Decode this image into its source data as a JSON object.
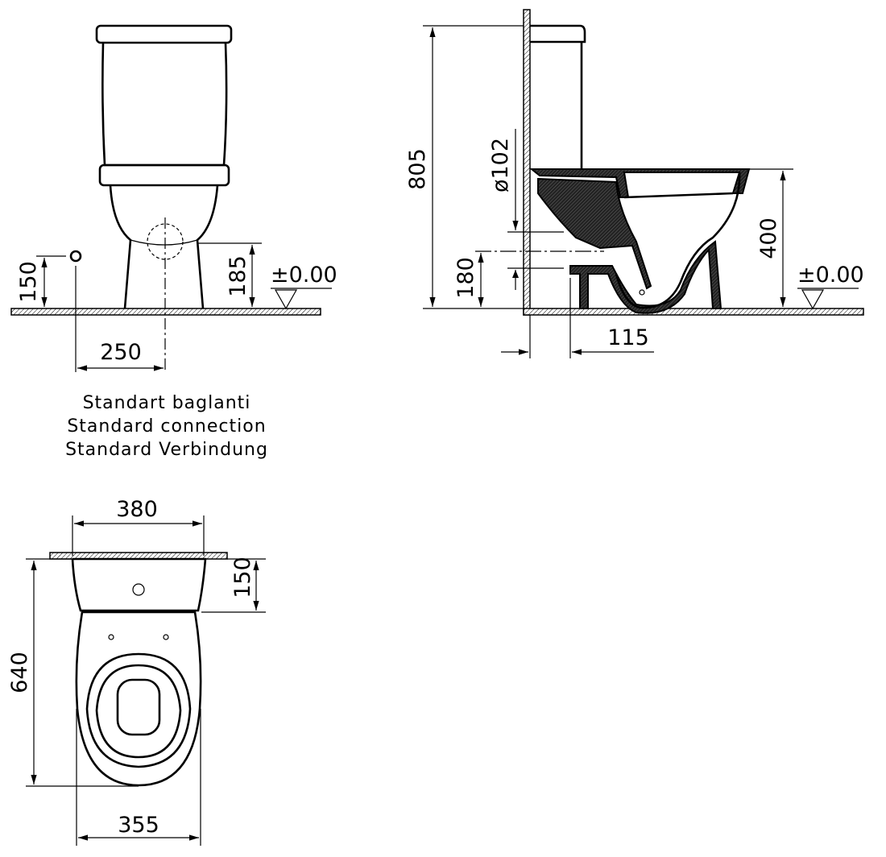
{
  "front_view": {
    "dimensions": {
      "inlet_height": "150",
      "outlet_height": "185",
      "outlet_offset": "250",
      "level": "±0.00"
    }
  },
  "side_view": {
    "dimensions": {
      "total_height": "805",
      "pipe_diameter": "ø102",
      "outlet_height": "180",
      "bowl_height": "400",
      "wall_offset": "115",
      "level": "±0.00"
    }
  },
  "top_view": {
    "dimensions": {
      "tank_width": "380",
      "tank_depth": "150",
      "total_length": "640",
      "bowl_width": "355"
    }
  },
  "caption": {
    "line_tr": "Standart baglanti",
    "line_en": "Standard connection",
    "line_de": "Standard Verbindung"
  }
}
